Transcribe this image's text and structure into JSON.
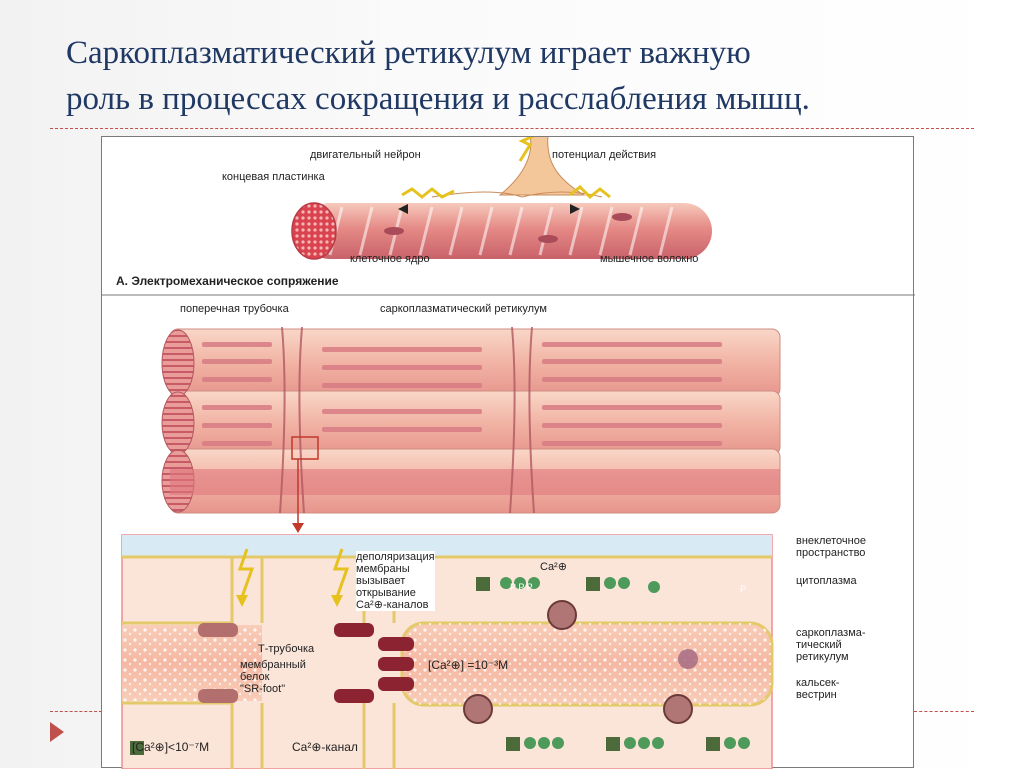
{
  "slide": {
    "title_line1": "Саркоплазматический ретикулум играет важную",
    "title_line2": "роль в процессах сокращения и расслабления мышц."
  },
  "figure": {
    "panel_a": {
      "motor_neuron": "двигательный нейрон",
      "action_potential": "потенциал действия",
      "end_plate": "концевая пластинка",
      "cell_nucleus": "клеточное ядро",
      "muscle_fiber": "мышечное волокно",
      "caption": "А. Электромеханическое сопряжение"
    },
    "panel_b": {
      "t_tubule": "поперечная трубочка",
      "sarcoplasmic_reticulum": "саркоплазматический ретикулум"
    },
    "panel_c": {
      "depolarization_1": "деполяризация",
      "depolarization_2": "мембраны",
      "depolarization_3": "вызывает",
      "depolarization_4": "открывание",
      "depolarization_5": "Ca²⊕-каналов",
      "ca_ion": "Ca²⊕",
      "t_tubule": "Т-трубочка",
      "membrane_protein_1": "мембранный",
      "membrane_protein_2": "белок",
      "membrane_protein_3": "\"SR-foot\"",
      "ca_concentration_high": "[Ca²⊕] =10⁻³М",
      "ca_concentration_low": "[Ca²⊕]<10⁻⁷М",
      "ca_channel": "Ca²⊕-канал",
      "atp_label": "P P P",
      "phosphate": "P",
      "extracellular_1": "внеклеточное",
      "extracellular_2": "пространство",
      "cytoplasm": "цитоплазма",
      "sr_1": "саркоплазма-",
      "sr_2": "тический",
      "sr_3": "ретикулум",
      "calsequestrin_1": "кальсек-",
      "calsequestrin_2": "вестрин"
    }
  }
}
